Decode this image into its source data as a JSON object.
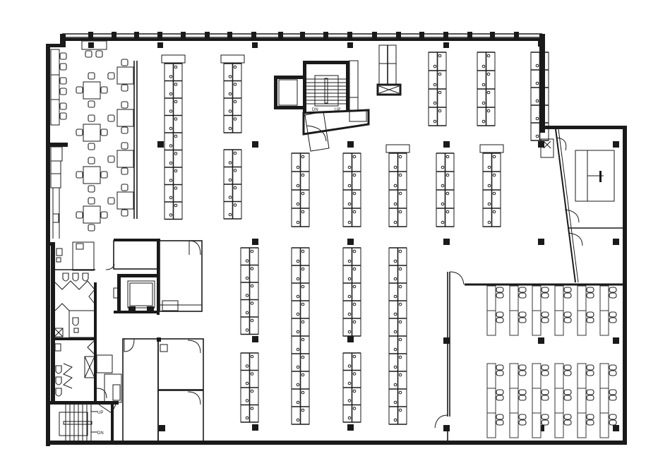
{
  "diagram": {
    "type": "architectural-floor-plan",
    "stairs": [
      {
        "id": "stair-north",
        "labels": {
          "down": "DN",
          "up": "UP"
        }
      },
      {
        "id": "stair-southwest",
        "labels": {
          "up": "UP",
          "down": "DN"
        }
      }
    ],
    "zones": [
      {
        "id": "breakout-area",
        "description": "Cafe/breakout tables with chairs"
      },
      {
        "id": "open-office",
        "description": "Rows of workstation benches"
      },
      {
        "id": "restrooms",
        "description": "Restroom cores with stalls"
      },
      {
        "id": "elevator-core",
        "description": "Elevator and service rooms"
      },
      {
        "id": "private-offices",
        "description": "Enclosed offices"
      },
      {
        "id": "conference-room",
        "description": "Boardroom with table"
      },
      {
        "id": "training-room",
        "description": "Classroom seating rows"
      }
    ],
    "colors": {
      "line": "#1a1a1a",
      "background": "#ffffff"
    }
  }
}
